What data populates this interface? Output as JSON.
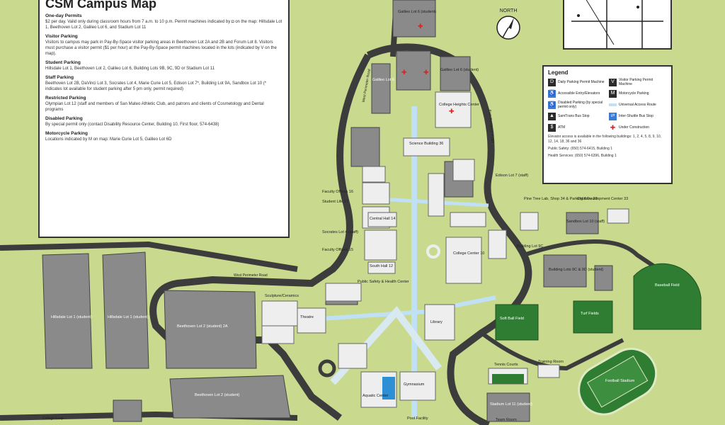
{
  "info": {
    "title": "CSM Campus Map",
    "sections": [
      {
        "heading": "One-day Permits",
        "body": "$2 per day. Valid only during classroom hours from 7 a.m. to 10 p.m. Permit machines indicated by ◘ on the map: Hillsdale Lot 1, Beethoven Lot 2, Galileo Lot 6, and Stadium Lot 11"
      },
      {
        "heading": "Visitor Parking",
        "body": "Visitors to campus may park in Pay-By-Space visitor parking areas in Beethoven Lot 2A and 2B and Forum Lot 8. Visitors must purchase a visitor permit ($1 per hour) at the Pay-By-Space permit machines located in the lots (indicated by V on the map)."
      },
      {
        "heading": "Student Parking",
        "body": "Hillsdale Lot 1, Beethoven Lot 2, Galileo Lot 6, Building Lots 9B, 9C, 9D or Stadium Lot 11"
      },
      {
        "heading": "Staff Parking",
        "body": "Beethoven Lot 2B, DaVinci Lot 3, Socrates Lot 4, Marie Curie Lot 5, Edison Lot 7*, Building Lot 9A, Sandbox Lot 10 (* indicates lot available for student parking after 5 pm only, permit required)"
      },
      {
        "heading": "Restricted Parking",
        "body": "Olympian Lot 12 (staff and members of San Mateo Athletic Club, and patrons and clients of Cosmetology and Dental programs"
      },
      {
        "heading": "Disabled Parking",
        "body": "By special permit only (contact Disability Resource Center, Building 10, First floor, 574-6438)"
      },
      {
        "heading": "Motorcycle Parking",
        "body": "Locations indicated by M on map: Marie Curie Lot 5, Galileo Lot 6D"
      }
    ]
  },
  "legend": {
    "title": "Legend",
    "items": [
      {
        "symbol": "D",
        "label": "Daily Parking Permit Machine"
      },
      {
        "symbol": "V",
        "label": "Visitor Parking Permit Machine"
      },
      {
        "symbol": "♿",
        "label": "Accessible Entry/Elevators"
      },
      {
        "symbol": "M",
        "label": "Motorcycle Parking"
      },
      {
        "symbol": "♿",
        "label": "Disabled Parking (by special permit only)"
      },
      {
        "symbol": "",
        "label": "Universal Access Route"
      },
      {
        "symbol": "▲",
        "label": "SamTrans Bus Stop"
      },
      {
        "symbol": "⇄",
        "label": "Inter-Shuttle Bus Stop"
      },
      {
        "symbol": "$",
        "label": "ATM"
      },
      {
        "symbol": "✚",
        "label": "Under Construction"
      }
    ],
    "note": "Elevator access is available in the following buildings: 1, 2, 4, 5, 8, 9, 10, 12, 14, 18, 36 and 36",
    "safety": "Public Safety: (650) 574-6415, Building 1",
    "health": "Health Services: (650) 574-6396, Building 1"
  },
  "compass": {
    "label": "NORTH"
  },
  "labels": {
    "galileo_lot6": "Galileo Lot 6 (student)",
    "galileo_lot6_left": "Galileo Lot 6",
    "galileo_lot6_mid": "Galileo Lot 6 (student)",
    "west_perimeter_road": "West Perimeter Road",
    "east_perimeter_road": "East Perimeter Road",
    "college_heights": "College Heights Center",
    "science": "Science Building 36",
    "faculty_offices_1": "Faculty Offices 16",
    "student_life": "Student Life 17",
    "socrates_lot": "Socrates Lot 4 (staff)",
    "faculty_offices_2": "Faculty Offices 15",
    "central_hall": "Central Hall 14",
    "south_hall": "South Hall 12",
    "college_center": "College Center 10",
    "edison_lot": "Edison Lot 7 (staff)",
    "pine_tree": "Pine Tree Lab, Shop 34 & Parking Area 20",
    "child_dev": "Child Development Center 33",
    "sandbox_lot": "Sandbox Lot 10 (staff)",
    "building_lot_9c": "Building Lot 9C",
    "building_lots_9cd": "Building Lots 9C & 9D (student)",
    "baseball": "Baseball Field",
    "hillsdale": "Hillsdale Lot 1 (student)",
    "hillsdale2": "Hillsdale Lot 1 (student)",
    "west_perimeter_bottom": "West Perimeter Road",
    "beethoven2": "Beethoven Lot 2 (student) 2A",
    "beethoven_b": "Beethoven Lot 2 (student)",
    "sculpture": "Sculpture/Ceramics",
    "theatre": "Theatre",
    "library": "Library",
    "soft_ball": "Soft Ball Field",
    "turf": "Turf Fields",
    "public_safety": "Public Safety & Health Center",
    "gymnasium": "Gymnasium",
    "aquatic": "Aquatic Center",
    "training": "Training Room",
    "stadium_lot": "Stadium Lot 11 (student)",
    "stadium": "Football Stadium",
    "team_room": "Team Room",
    "tennis": "Tennis Courts",
    "college_loop": "College Loop",
    "pool_area": "Pool Facility"
  },
  "colors": {
    "land": "#c9da8e",
    "road": "#3c3c3c",
    "lot": "#8a8a8a",
    "building": "#eeeeee",
    "field": "#2e7d32",
    "path": "#bfe0f5",
    "pool": "#2f8fd5"
  }
}
